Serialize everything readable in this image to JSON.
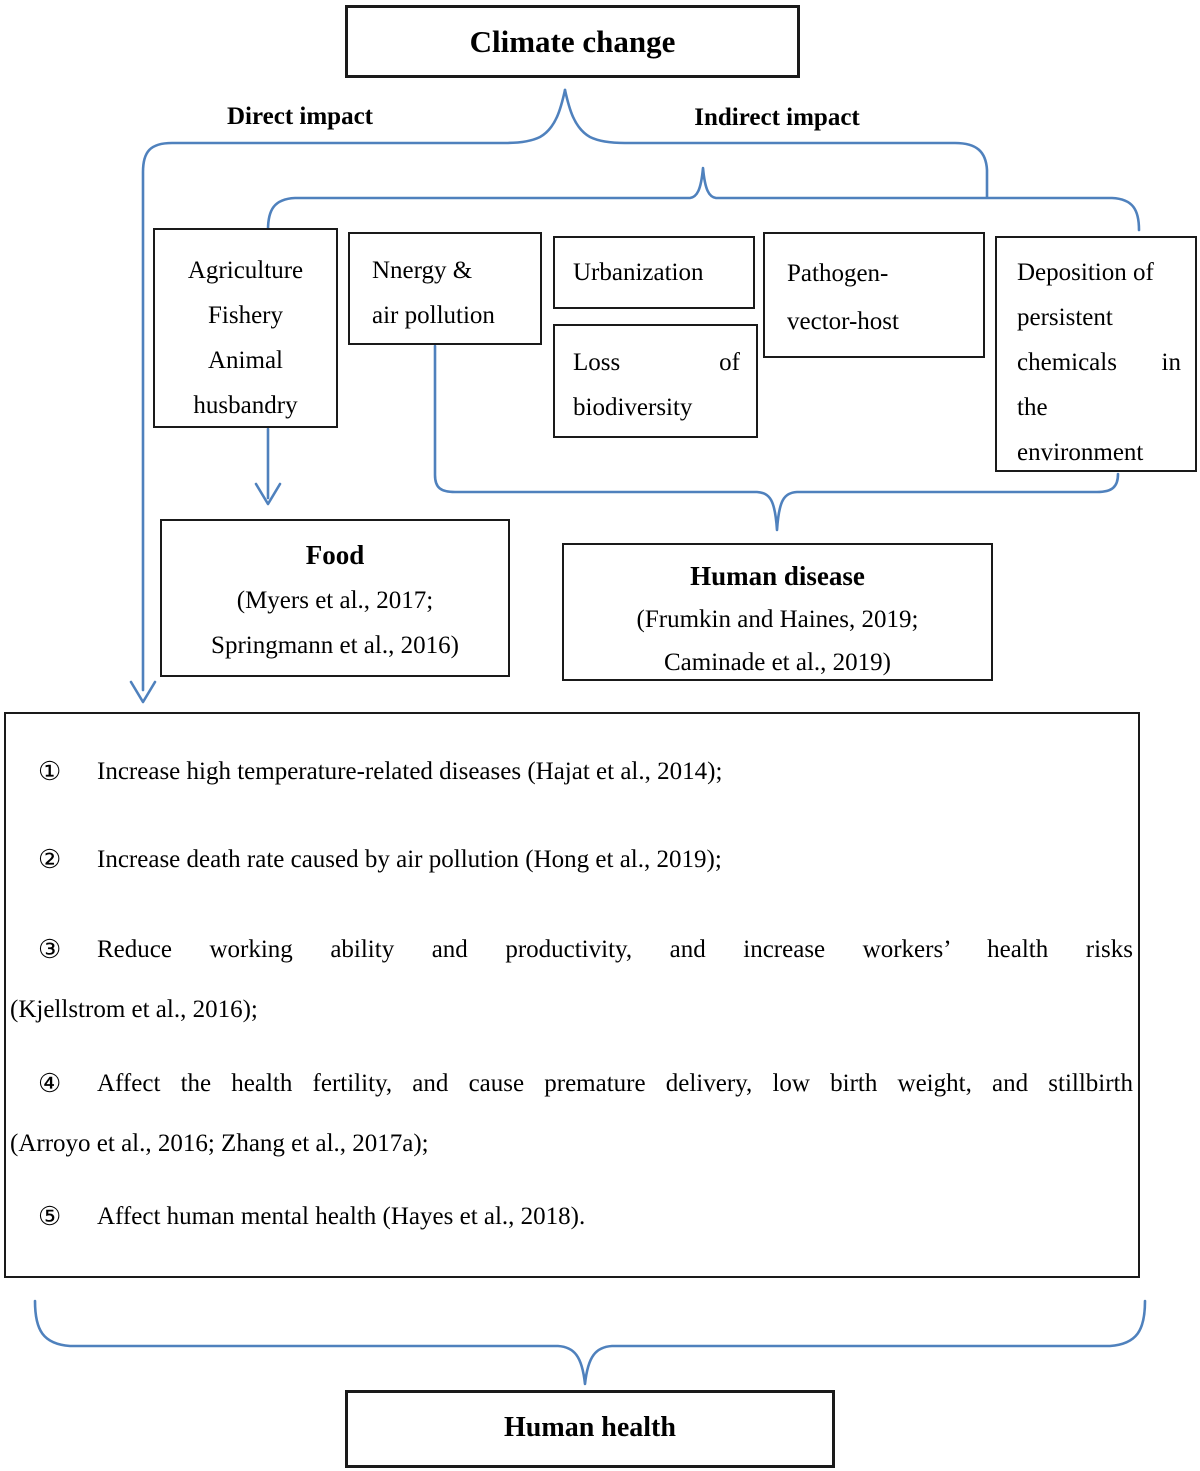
{
  "diagram": {
    "title_box": "Climate change",
    "direct_impact_label": "Direct impact",
    "indirect_impact_label": "Indirect impact",
    "factors": {
      "agriculture": {
        "lines": [
          "Agriculture",
          "Fishery",
          "Animal",
          "husbandry"
        ]
      },
      "energy": {
        "lines": [
          "Nnergy &",
          "air pollution"
        ]
      },
      "urbanization": "Urbanization",
      "biodiversity": {
        "lines": [
          "Loss of",
          "biodiversity"
        ]
      },
      "pathogen": {
        "lines": [
          "Pathogen-",
          "vector-host"
        ]
      },
      "deposition": {
        "lines": [
          "Deposition of",
          "persistent",
          "chemicals in",
          "the",
          "environment"
        ]
      }
    },
    "food_box": {
      "title": "Food",
      "lines": [
        "(Myers et al., 2017;",
        "Springmann et al., 2016)"
      ]
    },
    "human_disease_box": {
      "title": "Human disease",
      "lines": [
        "(Frumkin and Haines, 2019;",
        "Caminade et al., 2019)"
      ]
    },
    "direct_effects": {
      "items": [
        {
          "num": "①",
          "line1": "Increase high temperature-related diseases (Hajat et al., 2014);",
          "line2": ""
        },
        {
          "num": "②",
          "line1": "Increase death rate caused by air pollution (Hong et al., 2019);",
          "line2": ""
        },
        {
          "num": "③",
          "line1": "Reduce working ability and productivity, and increase workers’ health risks",
          "line2": "(Kjellstrom et al., 2016);"
        },
        {
          "num": "④",
          "line1": "Affect the health fertility, and cause premature delivery, low birth weight, and stillbirth",
          "line2": "(Arroyo et al., 2016; Zhang et al., 2017a);"
        },
        {
          "num": "⑤",
          "line1": "Affect human mental health (Hayes et al., 2018).",
          "line2": ""
        }
      ]
    },
    "footer_box": "Human health",
    "colors": {
      "line_blue": "#4f81bd",
      "border_black": "#1a1a1a"
    }
  }
}
